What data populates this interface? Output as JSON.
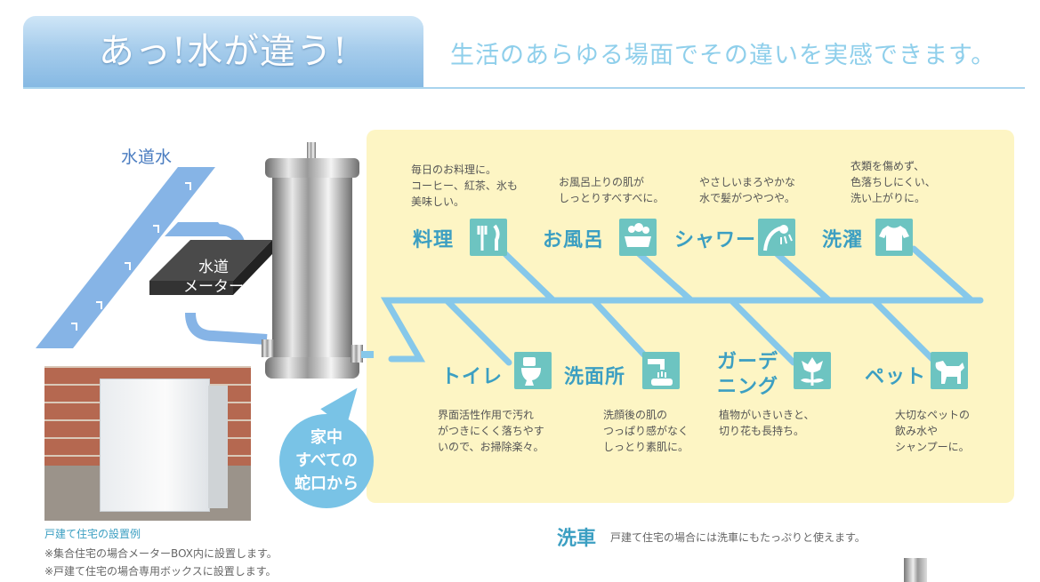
{
  "header": {
    "title": "あっ!水が違う!",
    "subtitle": "生活のあらゆる場面でその違いを実感できます。"
  },
  "diagram": {
    "tap_water_label": "水道水",
    "meter_label_1": "水道",
    "meter_label_2": "メーター",
    "bubble_lines": [
      "家中",
      "すべての",
      "蛇口から"
    ]
  },
  "uses_top": [
    {
      "label": "料理",
      "desc": [
        "毎日のお料理に。",
        "コーヒー、紅茶、氷も",
        "美味しい。"
      ],
      "icon": "cutlery-icon"
    },
    {
      "label": "お風呂",
      "desc": [
        "お風呂上りの肌が",
        "しっとりすべすべに。"
      ],
      "icon": "bathtub-icon"
    },
    {
      "label": "シャワー",
      "desc": [
        "やさしいまろやかな",
        "水で髪がつやつや。"
      ],
      "icon": "shower-icon"
    },
    {
      "label": "洗濯",
      "desc": [
        "衣類を傷めず、",
        "色落ちしにくい、",
        "洗い上がりに。"
      ],
      "icon": "tshirt-icon"
    }
  ],
  "uses_bottom": [
    {
      "label": "トイレ",
      "desc": [
        "界面活性作用で汚れ",
        "がつきにくく落ちやす",
        "いので、お掃除楽々。"
      ],
      "icon": "toilet-icon"
    },
    {
      "label": "洗面所",
      "desc": [
        "洗顔後の肌の",
        "つっぱり感がなく",
        "しっとり素肌に。"
      ],
      "icon": "faucet-icon"
    },
    {
      "label_1": "ガーデ",
      "label_2": "ニング",
      "desc": [
        "植物がいきいきと、",
        "切り花も長持ち。"
      ],
      "icon": "flower-icon"
    },
    {
      "label": "ペット",
      "desc": [
        "大切なペットの",
        "飲み水や",
        "シャンプーに。"
      ],
      "icon": "dog-icon"
    }
  ],
  "photo": {
    "caption": "戸建て住宅の設置例",
    "notes": [
      "※集合住宅の場合メーターBOX内に設置します。",
      "※戸建て住宅の場合専用ボックスに設置します。"
    ]
  },
  "carwash": {
    "label": "洗車",
    "desc": "戸建て住宅の場合には洗車にもたっぷりと使えます。"
  },
  "colors": {
    "accent_blue": "#3c9fc2",
    "pipe_blue": "#86b4e6",
    "panel_yellow": "#fdf5c4",
    "icon_teal": "#6dc4c1"
  }
}
